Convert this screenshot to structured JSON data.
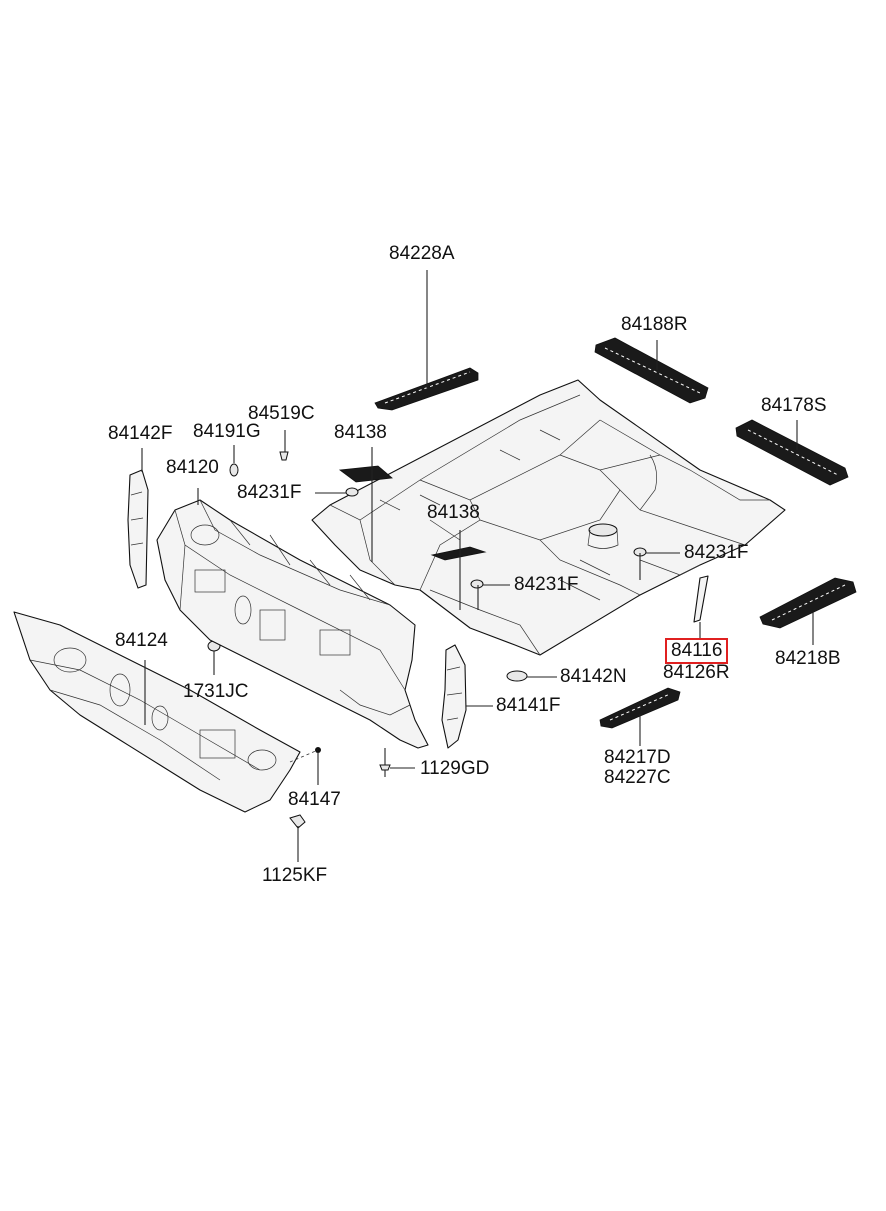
{
  "diagram": {
    "labels": {
      "p84228A": "84228A",
      "p84188R": "84188R",
      "p84178S": "84178S",
      "p84519C": "84519C",
      "p84191G": "84191G",
      "p84142F": "84142F",
      "p84138a": "84138",
      "p84120": "84120",
      "p84231Fa": "84231F",
      "p84138b": "84138",
      "p84231Fb": "84231F",
      "p84231Fc": "84231F",
      "p84124": "84124",
      "p1731JC": "1731JC",
      "p84116": "84116",
      "p84126R": "84126R",
      "p84218B": "84218B",
      "p84142N": "84142N",
      "p84141F": "84141F",
      "p1129GD": "1129GD",
      "p84217D": "84217D",
      "p84227C": "84227C",
      "p84147": "84147",
      "p1125KF": "1125KF"
    },
    "highlight_color": "#e02020"
  }
}
